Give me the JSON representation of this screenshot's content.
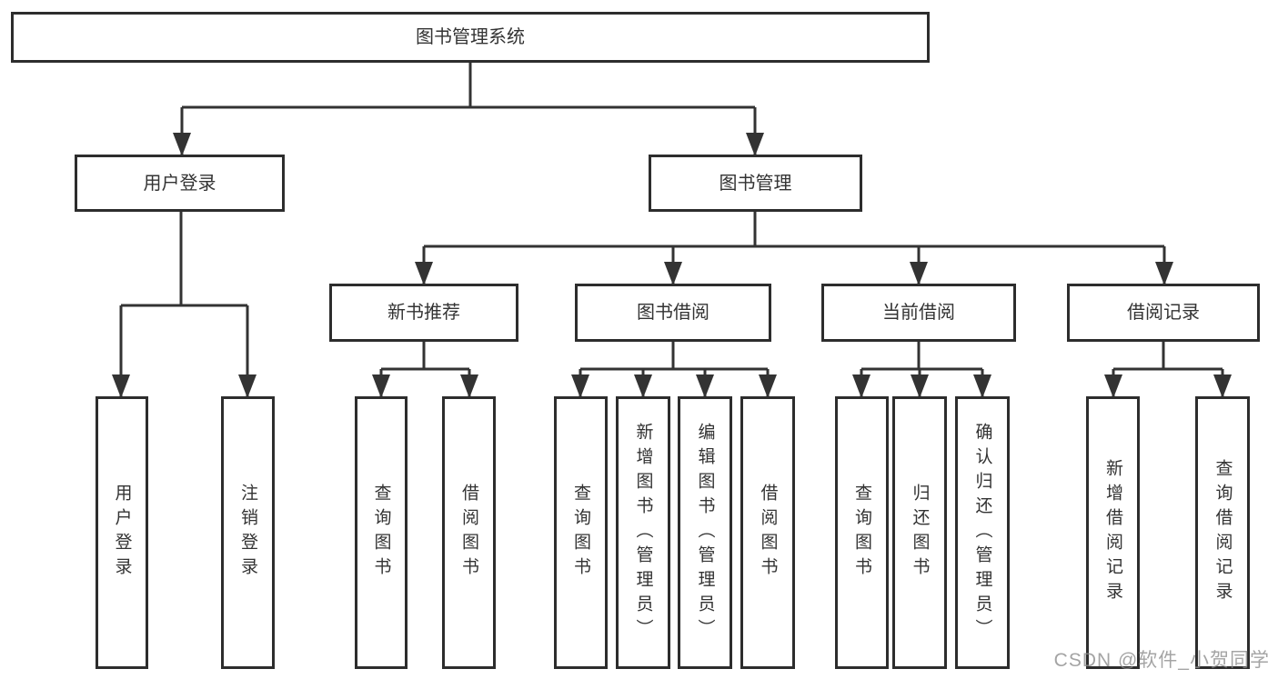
{
  "page": {
    "background": "#ffffff"
  },
  "colors": {
    "line": "#333333",
    "box_border": "#2d2d2d",
    "box_fill": "#ffffff",
    "text": "#333333",
    "watermark": "#8a8a8a"
  },
  "nodes": {
    "root": {
      "label": "图书管理系统"
    },
    "level2": {
      "user_login": {
        "label": "用户登录"
      },
      "book_management": {
        "label": "图书管理"
      }
    },
    "level3": {
      "new_book_recommend": {
        "label": "新书推荐"
      },
      "book_borrowing": {
        "label": "图书借阅"
      },
      "current_borrowing": {
        "label": "当前借阅"
      },
      "borrowing_records": {
        "label": "借阅记录"
      }
    },
    "leaves": {
      "user_login": {
        "label": "用户登录"
      },
      "logout": {
        "label": "注销登录"
      },
      "recommend_query_book": {
        "label": "查询图书"
      },
      "recommend_borrow_book": {
        "label": "借阅图书"
      },
      "borrowing_query_book": {
        "label": "查询图书"
      },
      "add_book_admin": {
        "label": "新增图书（管理员）"
      },
      "edit_book_admin": {
        "label": "编辑图书（管理员）"
      },
      "borrowing_borrow_book": {
        "label": "借阅图书"
      },
      "current_query_book": {
        "label": "查询图书"
      },
      "return_book": {
        "label": "归还图书"
      },
      "confirm_return_admin": {
        "label": "确认归还（管理员）"
      },
      "add_borrow_record": {
        "label": "新增借阅记录"
      },
      "query_borrow_record": {
        "label": "查询借阅记录"
      }
    }
  },
  "watermark": {
    "label": "CSDN @软件_小贺同学"
  }
}
